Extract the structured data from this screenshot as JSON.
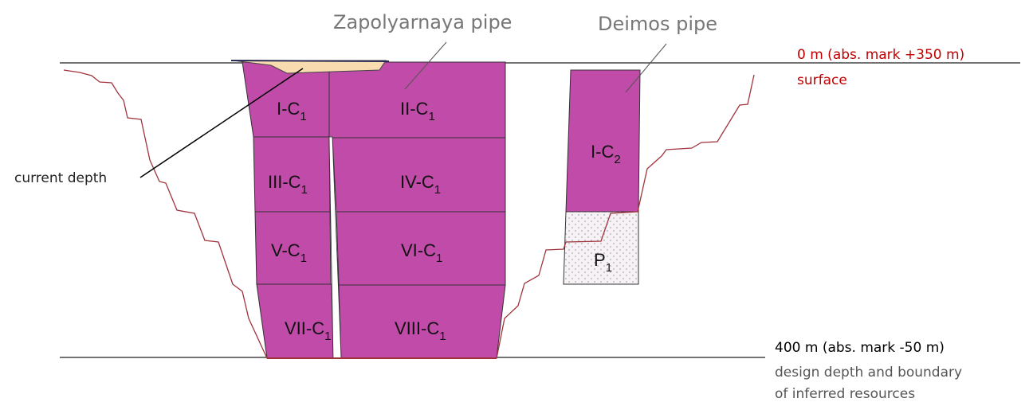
{
  "titles": {
    "zapolyarnaya": "Zapolyarnaya pipe",
    "deimos": "Deimos pipe"
  },
  "surface": {
    "depth_label": "0 m (abs. mark +350 m)",
    "name": "surface"
  },
  "design": {
    "depth_label": "400 m (abs. mark -50 m)",
    "desc_line1": "design depth and boundary",
    "desc_line2": "of inferred resources"
  },
  "current_depth": "current depth",
  "blocks": {
    "b1": {
      "roman": "I-C",
      "sub": "1"
    },
    "b2": {
      "roman": "II-C",
      "sub": "1"
    },
    "b3": {
      "roman": "III-C",
      "sub": "1"
    },
    "b4": {
      "roman": "IV-C",
      "sub": "1"
    },
    "b5": {
      "roman": "V-C",
      "sub": "1"
    },
    "b6": {
      "roman": "VI-C",
      "sub": "1"
    },
    "b7": {
      "roman": "VII-C",
      "sub": "1"
    },
    "b8": {
      "roman": "VIII-C",
      "sub": "1"
    },
    "d1": {
      "roman": "I-C",
      "sub": "2"
    },
    "p1": {
      "roman": "P",
      "sub": "1"
    }
  },
  "colors": {
    "block_fill": "#c04ba8",
    "pit_line": "#a0343c",
    "surface_label": "#c00000",
    "p_fill": "#f6f2f6",
    "current_pit": "#f8dcb0"
  }
}
